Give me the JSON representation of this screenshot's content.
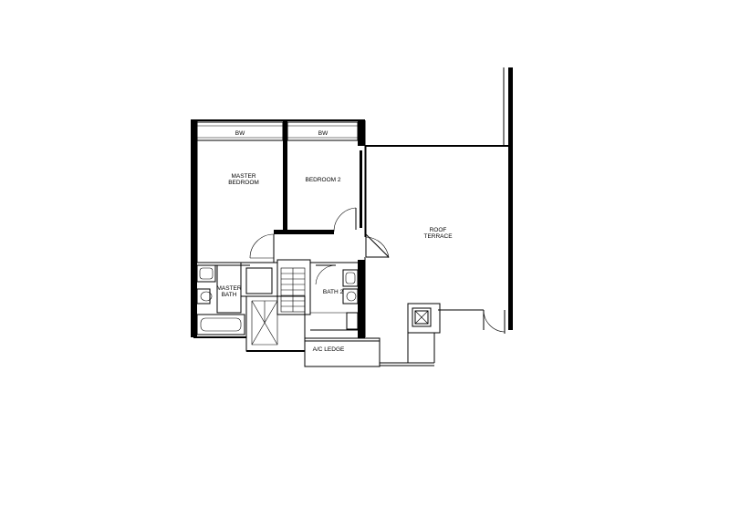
{
  "rooms": {
    "bw_left": "BW",
    "bw_right": "BW",
    "master_bedroom": [
      "MASTER",
      "BEDROOM"
    ],
    "bedroom_2": "BEDROOM 2",
    "roof_terrace": [
      "ROOF",
      "TERRACE"
    ],
    "master_bath": [
      "MASTER",
      "BATH"
    ],
    "bath_2": "BATH 2",
    "ac_ledge": "A/C LEDGE"
  }
}
